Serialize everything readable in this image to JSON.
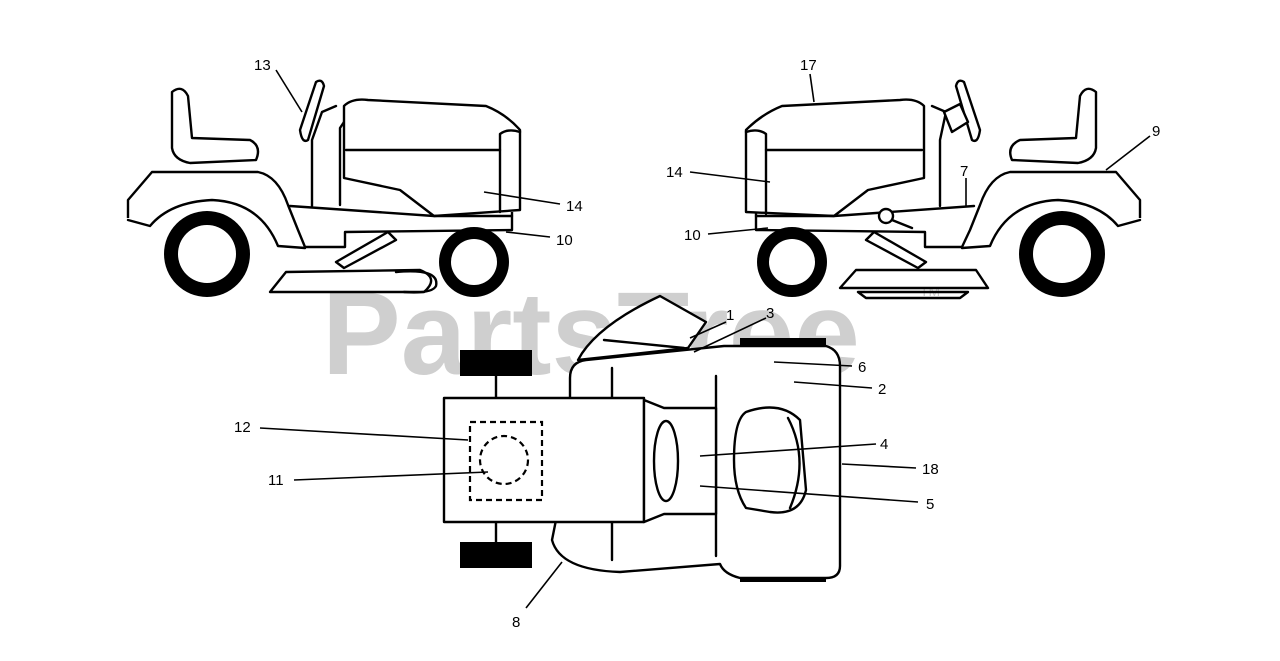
{
  "watermark": {
    "text": "PartsTree",
    "trademark": "TM"
  },
  "callouts": [
    {
      "id": "c13l",
      "text": "13"
    },
    {
      "id": "c14l",
      "text": "14"
    },
    {
      "id": "c10l",
      "text": "10"
    },
    {
      "id": "c17",
      "text": "17"
    },
    {
      "id": "c9",
      "text": "9"
    },
    {
      "id": "c7",
      "text": "7"
    },
    {
      "id": "c14r",
      "text": "14"
    },
    {
      "id": "c10r",
      "text": "10"
    },
    {
      "id": "c1",
      "text": "1"
    },
    {
      "id": "c3",
      "text": "3"
    },
    {
      "id": "c6",
      "text": "6"
    },
    {
      "id": "c2",
      "text": "2"
    },
    {
      "id": "c12",
      "text": "12"
    },
    {
      "id": "c11",
      "text": "11"
    },
    {
      "id": "c4",
      "text": "4"
    },
    {
      "id": "c18",
      "text": "18"
    },
    {
      "id": "c5",
      "text": "5"
    },
    {
      "id": "c8",
      "text": "8"
    }
  ]
}
